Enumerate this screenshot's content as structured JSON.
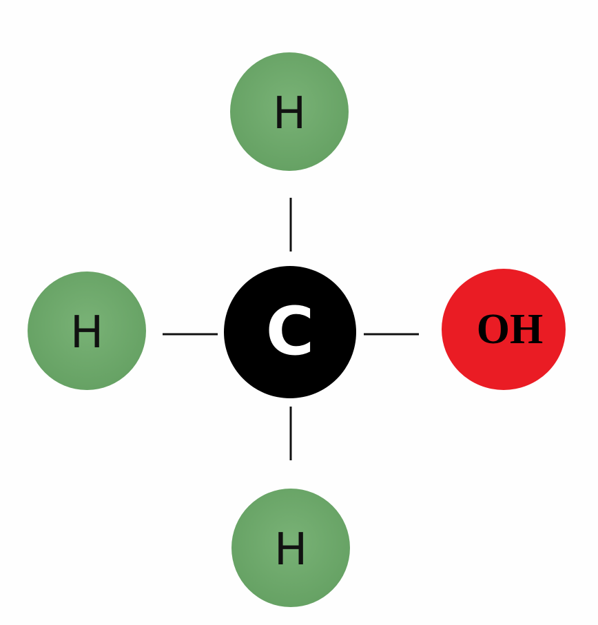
{
  "diagram": {
    "atoms": {
      "top": {
        "label": "H",
        "color": "#6fa96d"
      },
      "left": {
        "label": "H",
        "color": "#6fa96d"
      },
      "bottom": {
        "label": "H",
        "color": "#6fa96d"
      },
      "center": {
        "label": "C",
        "color": "#000000",
        "label_color": "#ffffff"
      },
      "right": {
        "label": "OH",
        "color": "#ea1c24",
        "label_color": "#000000"
      }
    },
    "bond_color": "#111111"
  }
}
